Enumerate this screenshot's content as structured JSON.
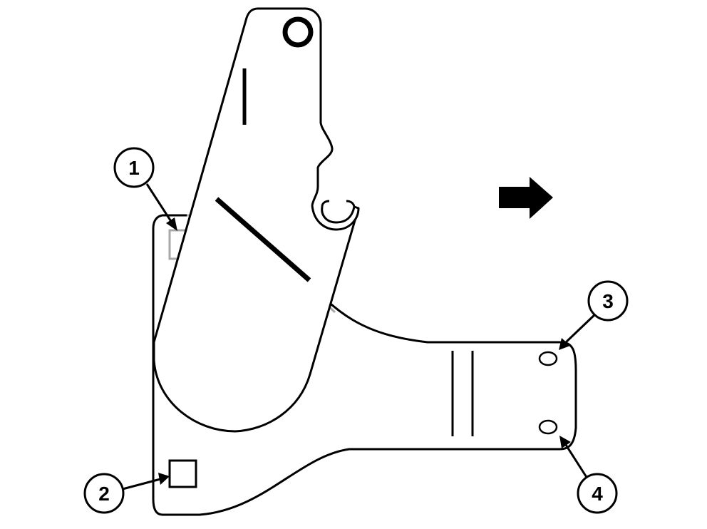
{
  "colors": {
    "ink": "#000000",
    "hidden_part": "#a8a8a8",
    "background": "#ffffff"
  },
  "callouts": [
    {
      "id": "1",
      "label": "1"
    },
    {
      "id": "2",
      "label": "2"
    },
    {
      "id": "3",
      "label": "3"
    },
    {
      "id": "4",
      "label": "4"
    }
  ],
  "icons": {
    "direction": "arrow-right-icon"
  }
}
